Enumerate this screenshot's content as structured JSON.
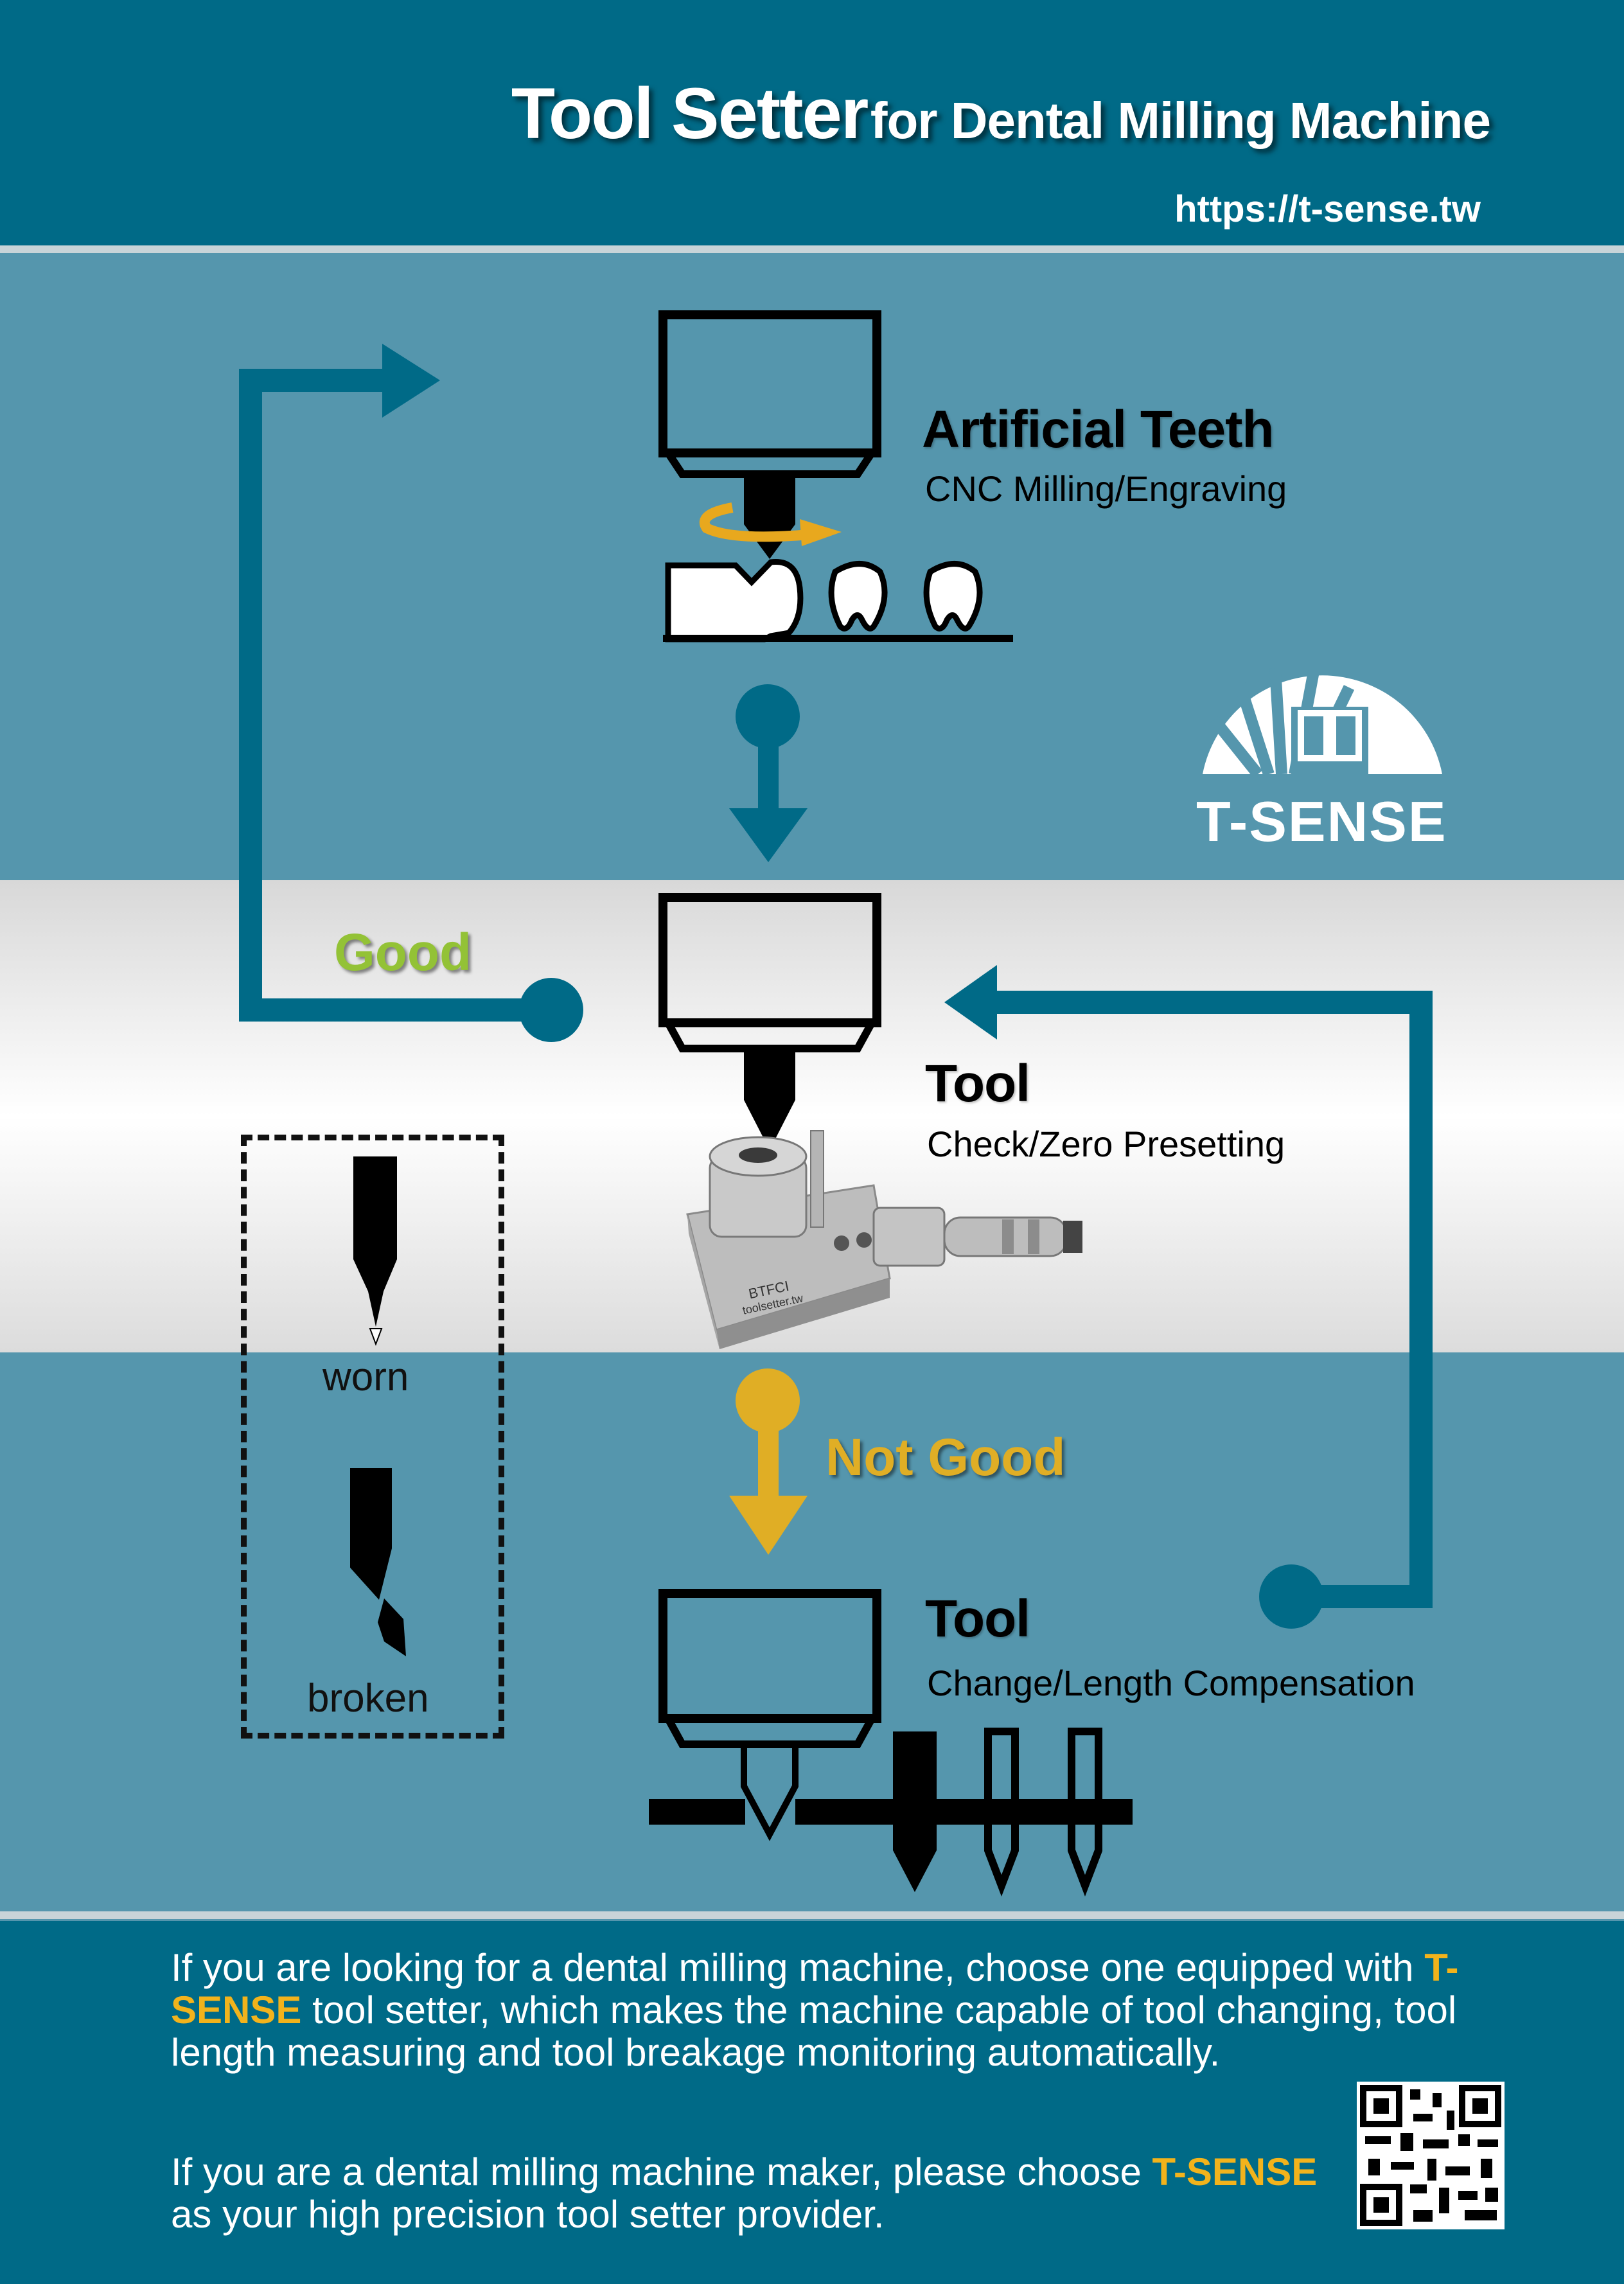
{
  "header": {
    "title_main": "Tool Setter",
    "title_rest": "for Dental Milling Machine",
    "url": "https://t-sense.tw"
  },
  "steps": [
    {
      "title": "Artificial Teeth",
      "subtitle": "CNC Milling/Engraving"
    },
    {
      "title": "Tool",
      "subtitle": "Check/Zero Presetting"
    },
    {
      "title": "Tool",
      "subtitle": "Change/Length Compensation"
    }
  ],
  "labels": {
    "good": "Good",
    "not_good": "Not Good"
  },
  "legend": {
    "worn": "worn",
    "broken": "broken"
  },
  "device": {
    "model": "BTFCI",
    "site": "toolsetter.tw"
  },
  "logo": {
    "brand": "T-SENSE"
  },
  "footer": {
    "p1_a": "If you are looking for a dental milling machine, choose one equipped with ",
    "p1_brand": "T-SENSE",
    "p1_b": " tool setter, which makes the machine capable of tool changing, tool length measuring and tool breakage monitoring automatically.",
    "p2_a": "If you are a dental milling machine maker, please choose ",
    "p2_brand": "T-SENSE",
    "p2_b": " as your high precision tool setter provider."
  },
  "colors": {
    "header_bg": "#006a87",
    "panel_bg": "#5596ad",
    "flow_arrow": "#006a87",
    "not_good_arrow": "#e0ae25",
    "good_label": "#93c236",
    "highlight": "#f2b31c"
  }
}
